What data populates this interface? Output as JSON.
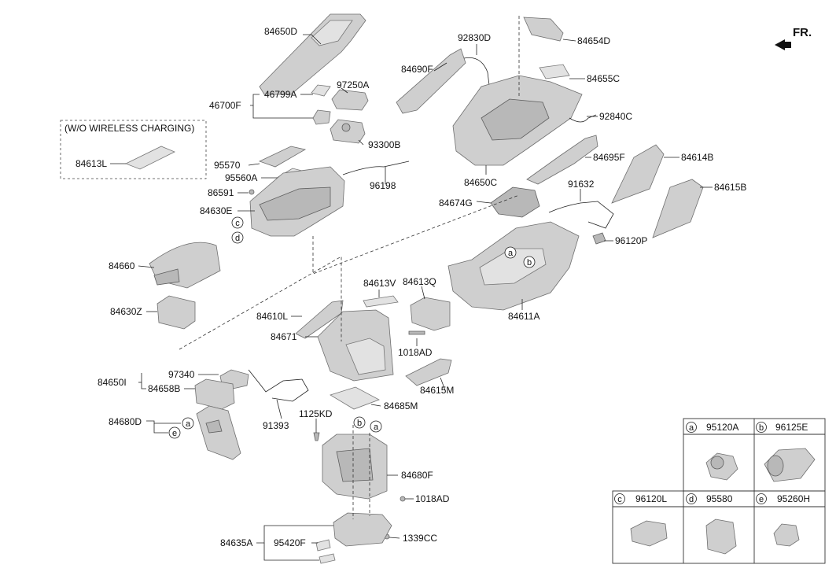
{
  "orientation": "FR.",
  "variant_note": "(W/O WIRELESS CHARGING)",
  "callouts": [
    {
      "code": "84650D"
    },
    {
      "code": "46799A"
    },
    {
      "code": "97250A"
    },
    {
      "code": "46700F"
    },
    {
      "code": "84613L"
    },
    {
      "code": "93300B"
    },
    {
      "code": "95570"
    },
    {
      "code": "95560A"
    },
    {
      "code": "96198"
    },
    {
      "code": "86591"
    },
    {
      "code": "84630E"
    },
    {
      "code": "84660"
    },
    {
      "code": "84630Z"
    },
    {
      "code": "84613V"
    },
    {
      "code": "84613Q"
    },
    {
      "code": "84610L"
    },
    {
      "code": "84671"
    },
    {
      "code": "1018AD"
    },
    {
      "code": "84615M"
    },
    {
      "code": "97340"
    },
    {
      "code": "84650I"
    },
    {
      "code": "84658B"
    },
    {
      "code": "84685M"
    },
    {
      "code": "84680D"
    },
    {
      "code": "91393"
    },
    {
      "code": "1125KD"
    },
    {
      "code": "84680F"
    },
    {
      "code": "1018AD"
    },
    {
      "code": "84635A"
    },
    {
      "code": "95420F"
    },
    {
      "code": "1339CC"
    },
    {
      "code": "92830D"
    },
    {
      "code": "84654D"
    },
    {
      "code": "84690F"
    },
    {
      "code": "84655C"
    },
    {
      "code": "92840C"
    },
    {
      "code": "84695F"
    },
    {
      "code": "84614B"
    },
    {
      "code": "84650C"
    },
    {
      "code": "84674G"
    },
    {
      "code": "91632"
    },
    {
      "code": "84615B"
    },
    {
      "code": "96120P"
    },
    {
      "code": "84611A"
    }
  ],
  "markers": [
    "c",
    "d",
    "a",
    "b",
    "a",
    "e",
    "b",
    "a"
  ],
  "legend_table": [
    {
      "letter": "a",
      "code": "95120A"
    },
    {
      "letter": "b",
      "code": "96125E"
    },
    {
      "letter": "c",
      "code": "96120L"
    },
    {
      "letter": "d",
      "code": "95580"
    },
    {
      "letter": "e",
      "code": "95260H"
    }
  ],
  "colors": {
    "part_fill": "#cfcfcf",
    "part_stroke": "#6e6e6e",
    "line": "#222222"
  },
  "icons": {
    "orientation": "arrow-icon"
  }
}
